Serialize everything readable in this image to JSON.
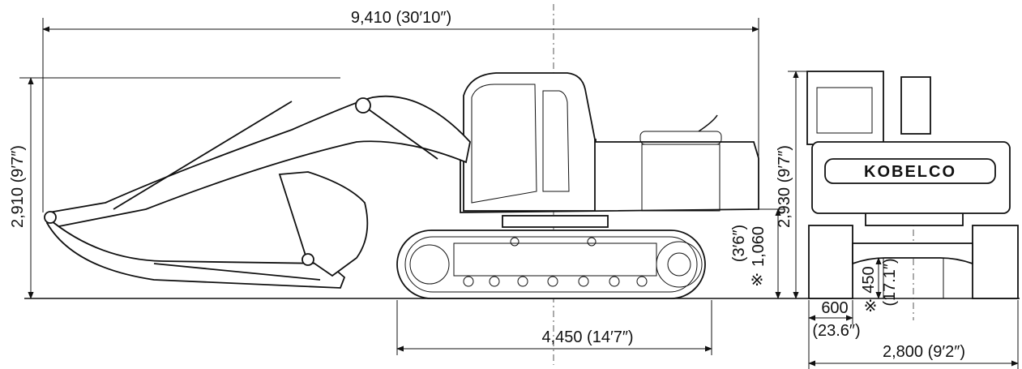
{
  "dimensions": {
    "overall_length": "9,410 (30′10″)",
    "overall_height_left": "2,910 (9′7″)",
    "crawler_length": "4,450 (14′7″)",
    "counterweight_clearance": "1,060",
    "counterweight_clearance_imperial": "(3′6″)",
    "overall_height_right": "2,930 (9′7″)",
    "shoe_width": "600",
    "shoe_width_imperial": "(23.6″)",
    "overall_width": "2,800 (9′2″)",
    "ground_clearance": "450",
    "ground_clearance_imperial": "(17.1″)",
    "note_mark": "※"
  },
  "machine": {
    "brand_label": "KOBELCO"
  }
}
